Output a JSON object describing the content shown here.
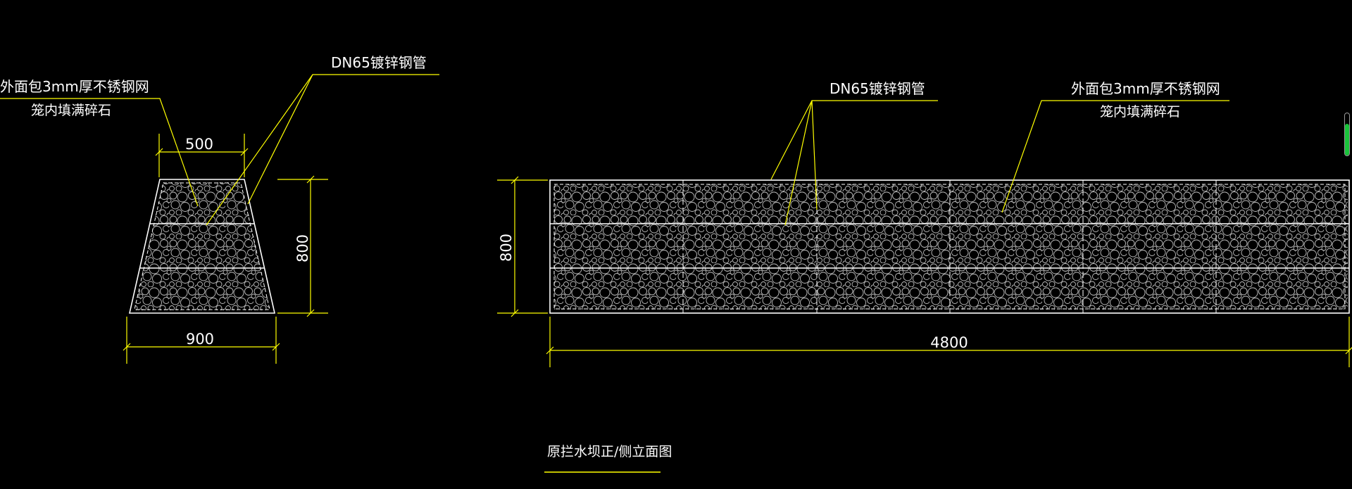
{
  "colors": {
    "background": "#000000",
    "outline": "#ffffff",
    "stone": "#bfbfbf",
    "annotation": "#ffff00",
    "text": "#ffffff"
  },
  "left_view": {
    "dim_top": "500",
    "dim_bottom": "900",
    "dim_height": "800",
    "note_mesh": "外面包3mm厚不锈钢网",
    "note_fill": "笼内填满碎石",
    "note_pipe": "DN65镀锌钢管"
  },
  "right_view": {
    "dim_length": "4800",
    "dim_height": "800",
    "note_pipe": "DN65镀锌钢管",
    "note_mesh": "外面包3mm厚不锈钢网",
    "note_fill": "笼内填满碎石"
  },
  "drawing_title": "原拦水坝正/侧立面图",
  "scroll_indicator": {
    "fill_fraction": 0.75
  }
}
